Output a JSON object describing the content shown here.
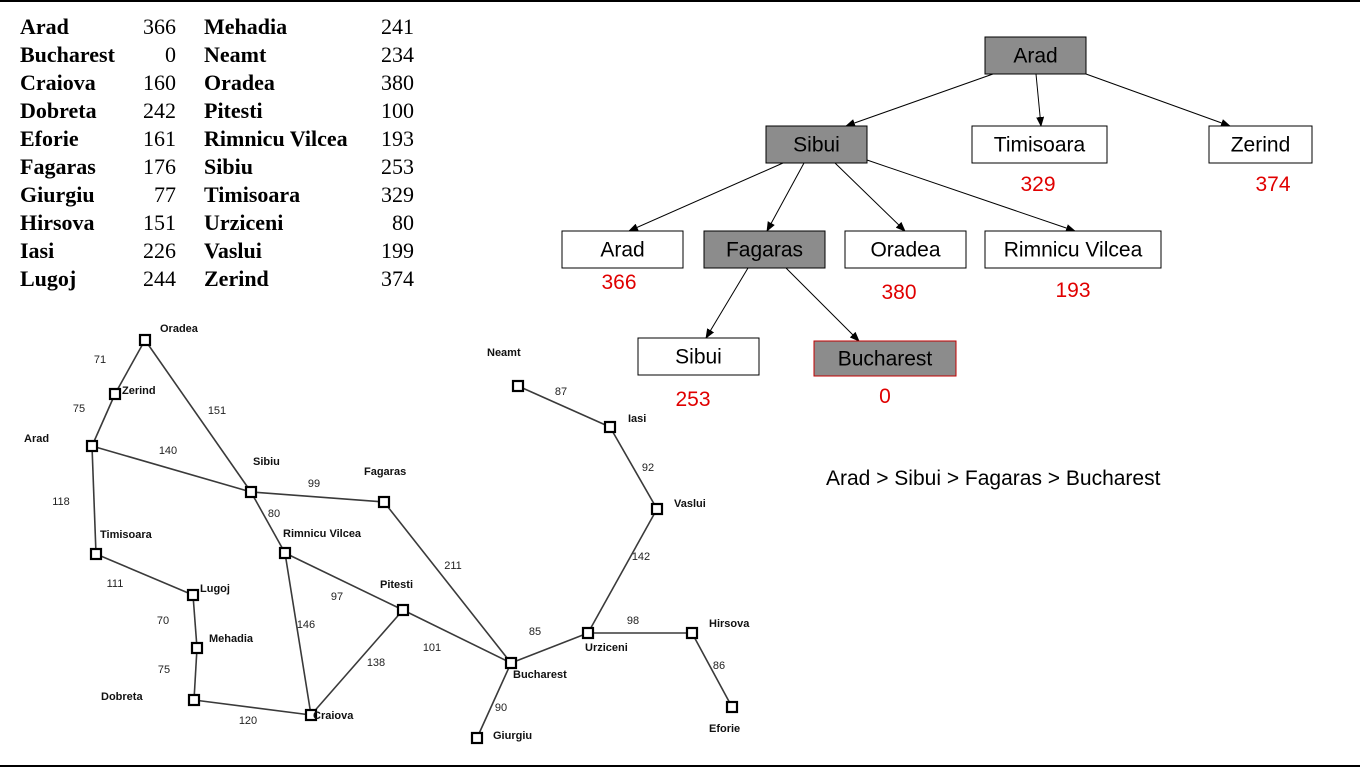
{
  "heuristic_table": {
    "left": [
      {
        "city": "Arad",
        "h": "366"
      },
      {
        "city": "Bucharest",
        "h": "0"
      },
      {
        "city": "Craiova",
        "h": "160"
      },
      {
        "city": "Dobreta",
        "h": "242"
      },
      {
        "city": "Eforie",
        "h": "161"
      },
      {
        "city": "Fagaras",
        "h": "176"
      },
      {
        "city": "Giurgiu",
        "h": "77"
      },
      {
        "city": "Hirsova",
        "h": "151"
      },
      {
        "city": "Iasi",
        "h": "226"
      },
      {
        "city": "Lugoj",
        "h": "244"
      }
    ],
    "right": [
      {
        "city": "Mehadia",
        "h": "241"
      },
      {
        "city": "Neamt",
        "h": "234"
      },
      {
        "city": "Oradea",
        "h": "380"
      },
      {
        "city": "Pitesti",
        "h": "100"
      },
      {
        "city": "Rimnicu Vilcea",
        "h": "193"
      },
      {
        "city": "Sibiu",
        "h": "253"
      },
      {
        "city": "Timisoara",
        "h": "329"
      },
      {
        "city": "Urziceni",
        "h": "80"
      },
      {
        "city": "Vaslui",
        "h": "199"
      },
      {
        "city": "Zerind",
        "h": "374"
      }
    ]
  },
  "romania_map": {
    "cities": [
      {
        "id": "oradea",
        "label": "Oradea"
      },
      {
        "id": "zerind",
        "label": "Zerind"
      },
      {
        "id": "arad",
        "label": "Arad"
      },
      {
        "id": "timisoara",
        "label": "Timisoara"
      },
      {
        "id": "lugoj",
        "label": "Lugoj"
      },
      {
        "id": "mehadia",
        "label": "Mehadia"
      },
      {
        "id": "dobreta",
        "label": "Dobreta"
      },
      {
        "id": "craiova",
        "label": "Craiova"
      },
      {
        "id": "sibiu",
        "label": "Sibiu"
      },
      {
        "id": "rimnicu",
        "label": "Rimnicu Vilcea"
      },
      {
        "id": "fagaras",
        "label": "Fagaras"
      },
      {
        "id": "pitesti",
        "label": "Pitesti"
      },
      {
        "id": "bucharest",
        "label": "Bucharest"
      },
      {
        "id": "giurgiu",
        "label": "Giurgiu"
      },
      {
        "id": "urziceni",
        "label": "Urziceni"
      },
      {
        "id": "hirsova",
        "label": "Hirsova"
      },
      {
        "id": "eforie",
        "label": "Eforie"
      },
      {
        "id": "vaslui",
        "label": "Vaslui"
      },
      {
        "id": "iasi",
        "label": "Iasi"
      },
      {
        "id": "neamt",
        "label": "Neamt"
      }
    ],
    "roads": [
      {
        "from": "oradea",
        "to": "zerind",
        "km": "71"
      },
      {
        "from": "zerind",
        "to": "arad",
        "km": "75"
      },
      {
        "from": "oradea",
        "to": "sibiu",
        "km": "151"
      },
      {
        "from": "arad",
        "to": "sibiu",
        "km": "140"
      },
      {
        "from": "arad",
        "to": "timisoara",
        "km": "118"
      },
      {
        "from": "timisoara",
        "to": "lugoj",
        "km": "111"
      },
      {
        "from": "lugoj",
        "to": "mehadia",
        "km": "70"
      },
      {
        "from": "mehadia",
        "to": "dobreta",
        "km": "75"
      },
      {
        "from": "dobreta",
        "to": "craiova",
        "km": "120"
      },
      {
        "from": "sibiu",
        "to": "fagaras",
        "km": "99"
      },
      {
        "from": "sibiu",
        "to": "rimnicu",
        "km": "80"
      },
      {
        "from": "rimnicu",
        "to": "pitesti",
        "km": "97"
      },
      {
        "from": "rimnicu",
        "to": "craiova",
        "km": "146"
      },
      {
        "from": "craiova",
        "to": "pitesti",
        "km": "138"
      },
      {
        "from": "fagaras",
        "to": "bucharest",
        "km": "211"
      },
      {
        "from": "pitesti",
        "to": "bucharest",
        "km": "101"
      },
      {
        "from": "bucharest",
        "to": "giurgiu",
        "km": "90"
      },
      {
        "from": "bucharest",
        "to": "urziceni",
        "km": "85"
      },
      {
        "from": "urziceni",
        "to": "hirsova",
        "km": "98"
      },
      {
        "from": "hirsova",
        "to": "eforie",
        "km": "86"
      },
      {
        "from": "urziceni",
        "to": "vaslui",
        "km": "142"
      },
      {
        "from": "vaslui",
        "to": "iasi",
        "km": "92"
      },
      {
        "from": "iasi",
        "to": "neamt",
        "km": "87"
      }
    ]
  },
  "search_tree": {
    "nodes": [
      {
        "id": "arad_root",
        "label": "Arad",
        "h": "",
        "expanded": true
      },
      {
        "id": "sibiu1",
        "label": "Sibui",
        "h": "",
        "expanded": true
      },
      {
        "id": "timisoara1",
        "label": "Timisoara",
        "h": "329",
        "expanded": false
      },
      {
        "id": "zerind1",
        "label": "Zerind",
        "h": "374",
        "expanded": false
      },
      {
        "id": "arad2",
        "label": "Arad",
        "h": "366",
        "expanded": false
      },
      {
        "id": "fagaras1",
        "label": "Fagaras",
        "h": "",
        "expanded": true
      },
      {
        "id": "oradea1",
        "label": "Oradea",
        "h": "380",
        "expanded": false
      },
      {
        "id": "rimnicu1",
        "label": "Rimnicu Vilcea",
        "h": "193",
        "expanded": false
      },
      {
        "id": "sibiu2",
        "label": "Sibui",
        "h": "253",
        "expanded": false
      },
      {
        "id": "bucharest1",
        "label": "Bucharest",
        "h": "0",
        "expanded": true,
        "goal": true
      }
    ],
    "edges": [
      [
        "arad_root",
        "sibiu1"
      ],
      [
        "arad_root",
        "timisoara1"
      ],
      [
        "arad_root",
        "zerind1"
      ],
      [
        "sibiu1",
        "arad2"
      ],
      [
        "sibiu1",
        "fagaras1"
      ],
      [
        "sibiu1",
        "oradea1"
      ],
      [
        "sibiu1",
        "rimnicu1"
      ],
      [
        "fagaras1",
        "sibiu2"
      ],
      [
        "fagaras1",
        "bucharest1"
      ]
    ]
  },
  "result_path": "Arad > Sibui > Fagaras > Bucharest",
  "colors": {
    "expanded_fill": "#8c8c8c",
    "heuristic_text": "#e00000",
    "goal_border": "#c00000"
  }
}
